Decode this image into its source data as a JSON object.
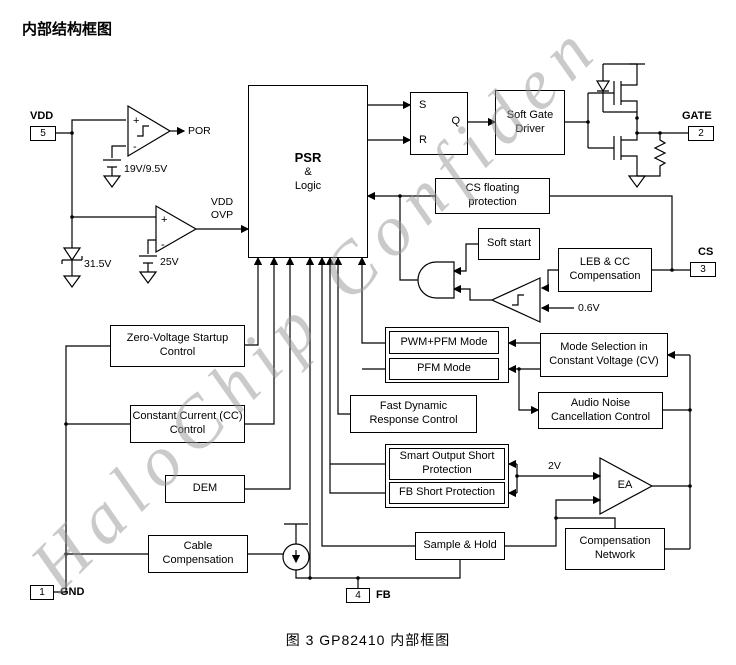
{
  "page": {
    "title": "内部结构框图",
    "caption": "图 3  GP82410 内部框图",
    "watermark": "HaloChip Confiden"
  },
  "pins": {
    "vdd": {
      "name": "VDD",
      "number": "5"
    },
    "gate": {
      "name": "GATE",
      "number": "2"
    },
    "cs": {
      "name": "CS",
      "number": "3"
    },
    "fb": {
      "name": "FB",
      "number": "4"
    },
    "gnd": {
      "name": "GND",
      "number": "1"
    }
  },
  "blocks": {
    "psr": {
      "line1": "PSR",
      "line2": "&",
      "line3": "Logic"
    },
    "sr_latch": {
      "s": "S",
      "r": "R",
      "q": "Q"
    },
    "soft_gate_driver": {
      "line1": "Soft Gate",
      "line2": "Driver"
    },
    "cs_floating": {
      "line1": "CS floating",
      "line2": "protection"
    },
    "soft_start": {
      "label": "Soft start"
    },
    "leb_cc": {
      "line1": "LEB & CC",
      "line2": "Compensation"
    },
    "zero_voltage_startup": {
      "line1": "Zero-Voltage Startup",
      "line2": "Control"
    },
    "pwm_pfm_mode": {
      "label": "PWM+PFM Mode"
    },
    "pfm_mode": {
      "label": "PFM Mode"
    },
    "mode_selection": {
      "line1": "Mode Selection in",
      "line2": "Constant Voltage (CV)"
    },
    "fast_dynamic": {
      "line1": "Fast Dynamic",
      "line2": "Response Control"
    },
    "audio_noise": {
      "line1": "Audio Noise",
      "line2": "Cancellation Control"
    },
    "cc_control": {
      "line1": "Constant Current (CC)",
      "line2": "Control"
    },
    "smart_output_short": {
      "line1": "Smart Output Short",
      "line2": "Protection"
    },
    "fb_short": {
      "label": "FB Short Protection"
    },
    "dem": {
      "label": "DEM"
    },
    "compensation_network": {
      "line1": "Compensation",
      "line2": "Network"
    },
    "sample_hold": {
      "label": "Sample & Hold"
    },
    "cable_comp": {
      "line1": "Cable",
      "line2": "Compensation"
    },
    "ea": {
      "label": "EA"
    }
  },
  "labels": {
    "por": "POR",
    "vref_por": "19V/9.5V",
    "vref_ovp": "25V",
    "vz": "31.5V",
    "vdd_ovp_line1": "VDD",
    "vdd_ovp_line2": "OVP",
    "vth_cs": "0.6V",
    "vref_ea": "2V",
    "plus": "+",
    "minus": "-"
  }
}
